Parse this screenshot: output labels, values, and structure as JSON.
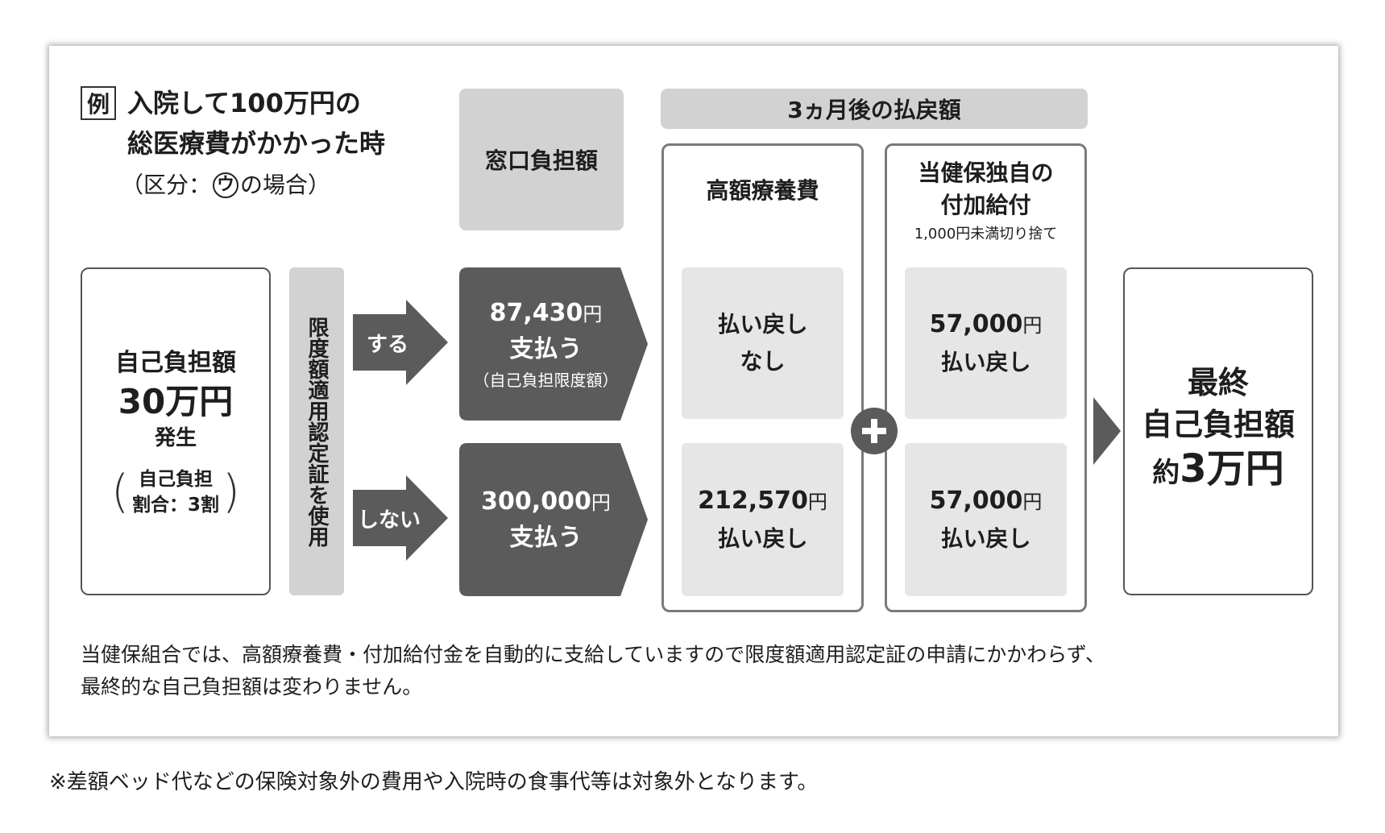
{
  "example": {
    "badge": "例",
    "title_line1": "入院して100万円の",
    "title_line2": "総医療費がかかった時",
    "category_prefix": "（区分：",
    "category_mark": "ウ",
    "category_suffix": "の場合）"
  },
  "window_header": "窓口負担額",
  "refund_header": "3ヵ月後の払戻額",
  "col_kougaku": {
    "title": "高額療養費"
  },
  "col_fuka": {
    "title_line1": "当健保独自の",
    "title_line2": "付加給付",
    "note": "1,000円未満切り捨て"
  },
  "self_burden": {
    "line1": "自己負担額",
    "amount": "30万円",
    "line3": "発生",
    "paren_line1": "自己負担",
    "paren_line2": "割合：3割"
  },
  "certificate_label": "限度額適用認定証を使用",
  "arrows": {
    "yes": "する",
    "no": "しない"
  },
  "pay_yes": {
    "amount": "87,430",
    "unit": "円",
    "action": "支払う",
    "note": "（自己負担限度額）"
  },
  "pay_no": {
    "amount": "300,000",
    "unit": "円",
    "action": "支払う"
  },
  "kougaku_yes": {
    "line1": "払い戻し",
    "line2": "なし"
  },
  "kougaku_no": {
    "amount": "212,570",
    "unit": "円",
    "action": "払い戻し"
  },
  "fuka_yes": {
    "amount": "57,000",
    "unit": "円",
    "action": "払い戻し"
  },
  "fuka_no": {
    "amount": "57,000",
    "unit": "円",
    "action": "払い戻し"
  },
  "final": {
    "line1": "最終",
    "line2": "自己負担額",
    "prefix": "約",
    "amount": "3万円"
  },
  "footnote_line1": "当健保組合では、高額療養費・付加給付金を自動的に支給していますので限度額適用認定証の申請にかかわらず、",
  "footnote_line2": "最終的な自己負担額は変わりません。",
  "disclaimer": "※差額ベッド代などの保険対象外の費用や入院時の食事代等は対象外となります。",
  "colors": {
    "dark": "#5b5b5b",
    "medium_gray": "#d2d2d2",
    "light_gray": "#e6e6e6",
    "border": "#7a7a7a"
  }
}
